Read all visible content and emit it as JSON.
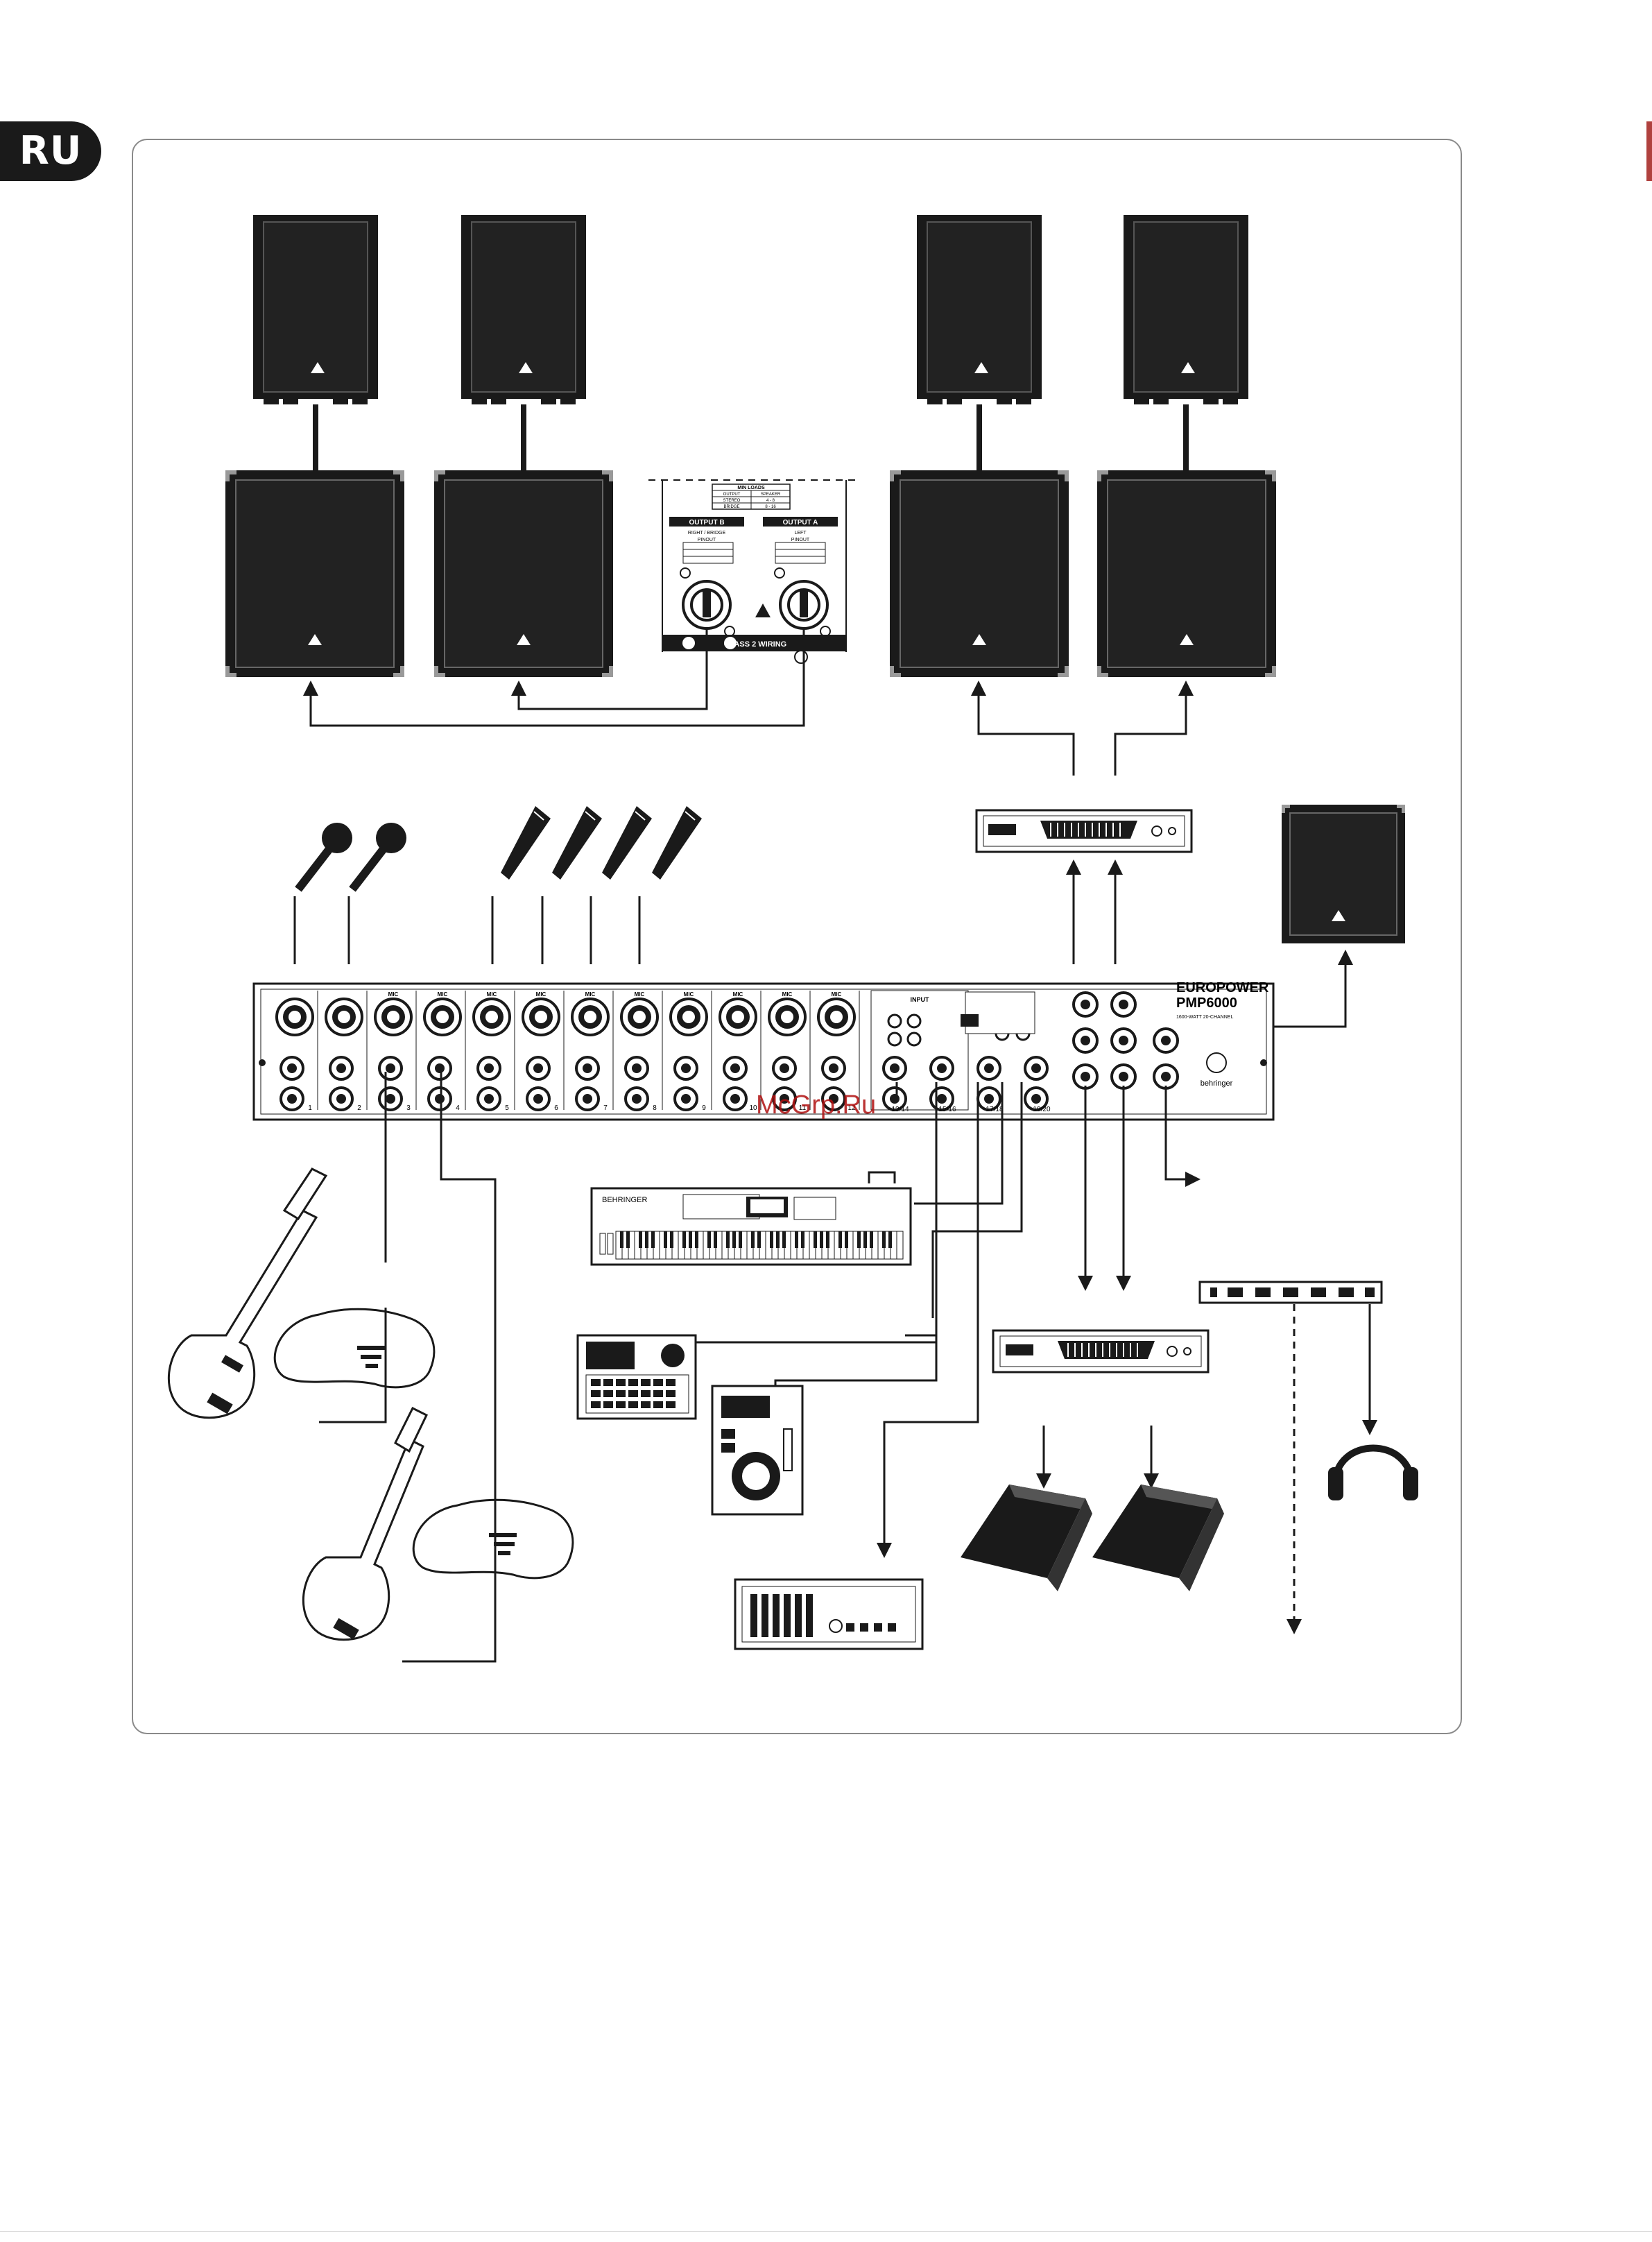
{
  "language_tab": "RU",
  "watermark": "McGrp.Ru",
  "amp_panel": {
    "min_loads": "MIN LOADS",
    "output_label": "OUTPUT",
    "speaker_label": "SPEAKER",
    "stereo_label": "STEREO",
    "bridge_label": "BRIDGE",
    "stereo_value": "4 - 8",
    "bridge_value": "8 - 16",
    "output_b": "OUTPUT B",
    "output_a": "OUTPUT A",
    "right_bridge": "RIGHT / BRIDGE",
    "left": "LEFT",
    "pinout": "PINOUT",
    "class2": "CLASS 2 WIRING"
  },
  "mixer": {
    "brand_line1": "EUROPOWER",
    "brand_line2": "PMP6000",
    "subtitle": "1600-WATT 20-CHANNEL",
    "logo": "behringer",
    "mic_label": "MIC",
    "input_label": "INPUT",
    "channel_numbers": [
      "1",
      "2",
      "3",
      "4",
      "5",
      "6",
      "7",
      "8",
      "9",
      "10",
      "11",
      "12",
      "13/14",
      "15/16",
      "17/18",
      "19/20"
    ]
  },
  "keyboard": {
    "brand": "BEHRINGER"
  },
  "colors": {
    "ink": "#1a1a1a",
    "watermark": "#b01010",
    "frame": "#8a8a8a"
  }
}
